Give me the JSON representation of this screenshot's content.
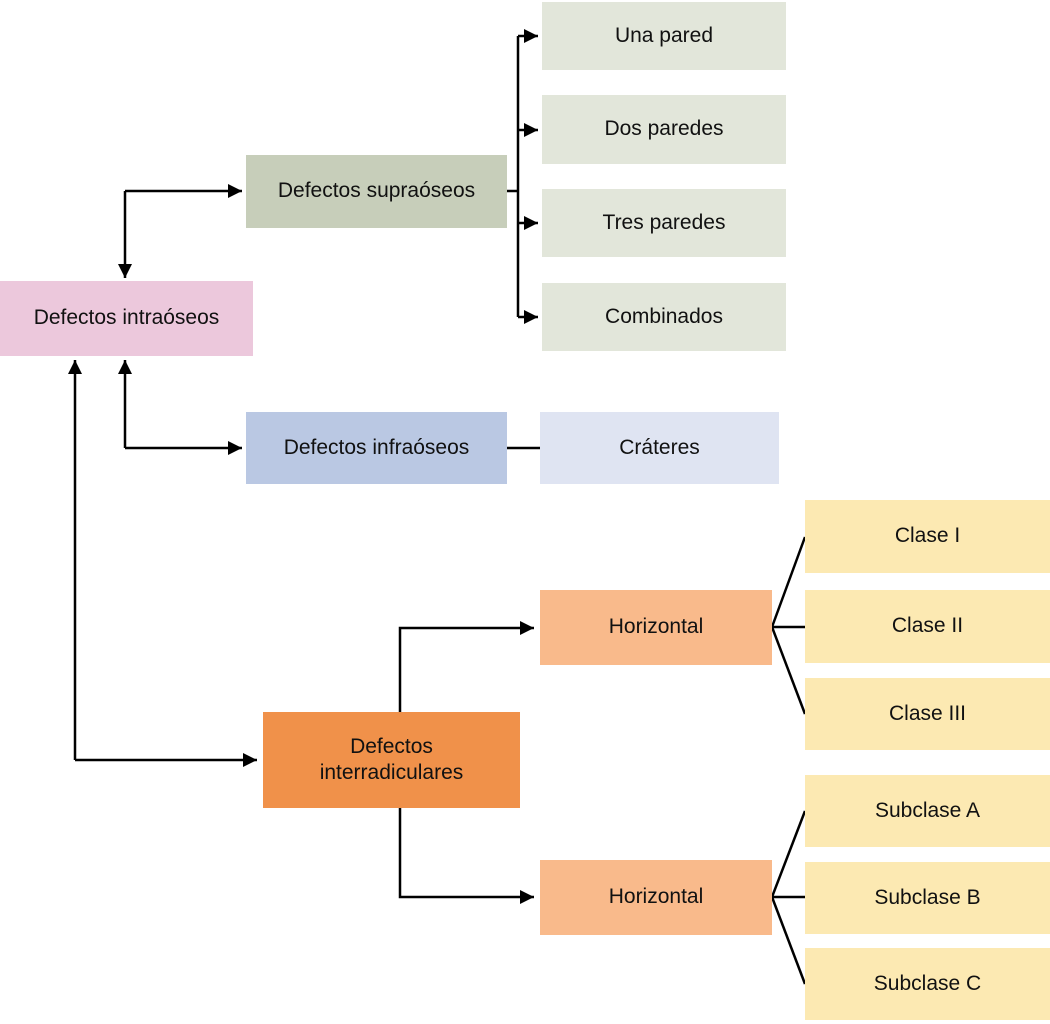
{
  "colors": {
    "root": "#ecc8dc",
    "supra": "#c7ceba",
    "supra-child": "#e2e6da",
    "infra": "#bac8e3",
    "infra-child": "#dfe4f2",
    "inter": "#f0914a",
    "inter-child": "#f9ba8b",
    "leaf": "#fce9b2",
    "line": "#000000",
    "text": "#111111"
  },
  "nodes": {
    "root": {
      "label": "Defectos intraóseos"
    },
    "supra": {
      "label": "Defectos supraóseos",
      "children": [
        {
          "label": "Una pared"
        },
        {
          "label": "Dos paredes"
        },
        {
          "label": "Tres paredes"
        },
        {
          "label": "Combinados"
        }
      ]
    },
    "infra": {
      "label": "Defectos infraóseos",
      "children": [
        {
          "label": "Cráteres"
        }
      ]
    },
    "inter": {
      "label": "Defectos interradiculares",
      "children": [
        {
          "label": "Horizontal",
          "children": [
            {
              "label": "Clase I"
            },
            {
              "label": "Clase II"
            },
            {
              "label": "Clase III"
            }
          ]
        },
        {
          "label": "Horizontal",
          "children": [
            {
              "label": "Subclase A"
            },
            {
              "label": "Subclase B"
            },
            {
              "label": "Subclase C"
            }
          ]
        }
      ]
    }
  }
}
